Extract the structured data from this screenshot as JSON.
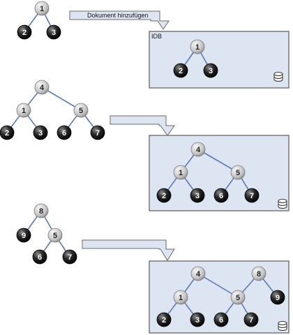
{
  "arrow_label": "Dokument hinzufügen",
  "panel_label": "IDB",
  "colors": {
    "panel_fill": "#dde5f3",
    "edge": "#5b79b6",
    "node_light": "#c8c8c8",
    "node_dark": "#1a1a1a"
  },
  "icons": [
    "database-icon",
    "arrow-right-down"
  ],
  "trees": [
    {
      "name": "tree-1",
      "nodes": [
        {
          "label": "1",
          "shade": "light"
        },
        {
          "label": "2",
          "shade": "dark"
        },
        {
          "label": "3",
          "shade": "dark"
        }
      ]
    },
    {
      "name": "tree-2",
      "nodes": [
        {
          "label": "4",
          "shade": "light"
        },
        {
          "label": "1",
          "shade": "light"
        },
        {
          "label": "5",
          "shade": "light"
        },
        {
          "label": "2",
          "shade": "dark"
        },
        {
          "label": "3",
          "shade": "dark"
        },
        {
          "label": "6",
          "shade": "dark"
        },
        {
          "label": "7",
          "shade": "dark"
        }
      ]
    },
    {
      "name": "tree-3",
      "nodes": [
        {
          "label": "8",
          "shade": "light"
        },
        {
          "label": "9",
          "shade": "dark"
        },
        {
          "label": "5",
          "shade": "light"
        },
        {
          "label": "6",
          "shade": "dark"
        },
        {
          "label": "7",
          "shade": "dark"
        }
      ]
    },
    {
      "name": "idb-tree-1",
      "nodes": [
        {
          "label": "1",
          "shade": "light"
        },
        {
          "label": "2",
          "shade": "dark"
        },
        {
          "label": "3",
          "shade": "dark"
        }
      ]
    },
    {
      "name": "idb-tree-2",
      "nodes": [
        {
          "label": "4",
          "shade": "light"
        },
        {
          "label": "1",
          "shade": "light"
        },
        {
          "label": "5",
          "shade": "light"
        },
        {
          "label": "2",
          "shade": "dark"
        },
        {
          "label": "3",
          "shade": "dark"
        },
        {
          "label": "6",
          "shade": "dark"
        },
        {
          "label": "7",
          "shade": "dark"
        }
      ]
    },
    {
      "name": "idb-tree-3",
      "nodes": [
        {
          "label": "4",
          "shade": "light"
        },
        {
          "label": "8",
          "shade": "light"
        },
        {
          "label": "1",
          "shade": "light"
        },
        {
          "label": "5",
          "shade": "light"
        },
        {
          "label": "9",
          "shade": "dark"
        },
        {
          "label": "2",
          "shade": "dark"
        },
        {
          "label": "3",
          "shade": "dark"
        },
        {
          "label": "6",
          "shade": "dark"
        },
        {
          "label": "7",
          "shade": "dark"
        }
      ]
    }
  ]
}
